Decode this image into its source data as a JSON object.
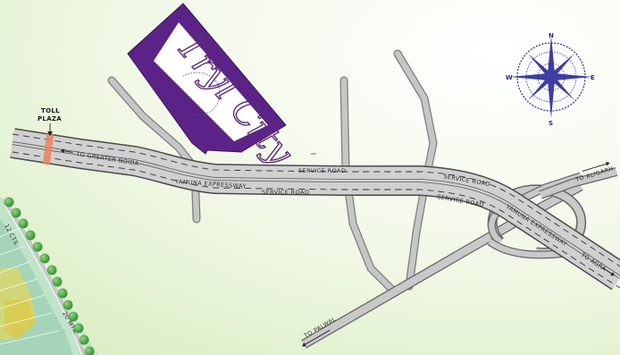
{
  "map": {
    "toll_plaza_label_line1": "TOLL",
    "toll_plaza_label_line2": "PLAZA",
    "expressway_label": "YAMUNA EXPRESSWAY",
    "expressway_label_east": "YAMUNA EXPRESSWAY",
    "service_road_label": "SERVICE ROAD",
    "to_greater_noida": "TO GREATER NOIDA",
    "to_aligarh": "TO ALIGARH",
    "to_agra": "TO AGRA",
    "to_palwal": "TO PALWAL",
    "project_logo": "Tryl City",
    "compass": {
      "n": "N",
      "s": "S",
      "e": "E",
      "w": "W"
    },
    "colors": {
      "road_fill": "#c9c9c9",
      "road_edge": "#4a4a4a",
      "lane_marking": "#3a3a3a",
      "project_purple": "#5b2387",
      "toll_marker": "#e9845a",
      "compass_blue": "#2a2a9a",
      "tree_green": "#44a844"
    }
  }
}
